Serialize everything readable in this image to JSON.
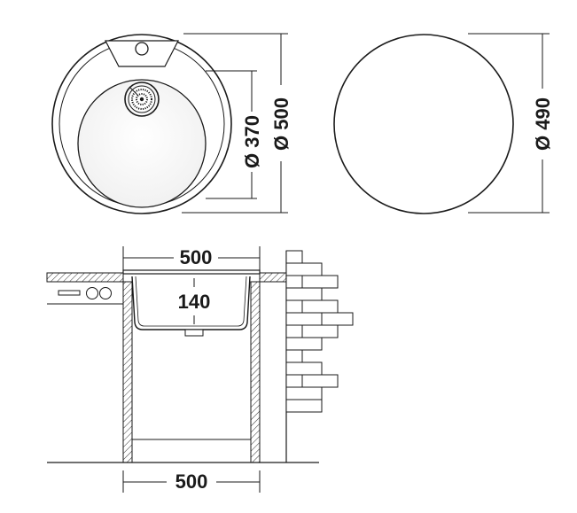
{
  "colors": {
    "line": "#1a1a1a",
    "background": "#ffffff",
    "fill_light": "#f4f4f4"
  },
  "top_view": {
    "inner_bowl_label": "Ø 370",
    "outer_sink_label": "Ø 500"
  },
  "cutout_view": {
    "cutout_label": "Ø 490"
  },
  "side_view": {
    "top_width_label": "500",
    "depth_label": "140",
    "bottom_width_label": "500"
  }
}
